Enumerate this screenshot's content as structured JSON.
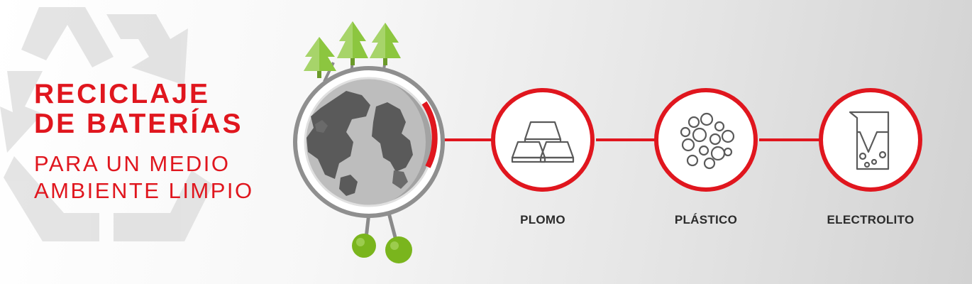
{
  "headline": {
    "line1": "RECICLAJE",
    "line2": "DE BATERÍAS"
  },
  "subline": {
    "line1": "PARA UN MEDIO",
    "line2": "AMBIENTE LIMPIO"
  },
  "materials": [
    {
      "label": "PLOMO",
      "icon": "lead-ingots-icon"
    },
    {
      "label": "PLÁSTICO",
      "icon": "plastic-pellets-icon"
    },
    {
      "label": "ELECTROLITO",
      "icon": "electrolyte-beaker-icon"
    }
  ],
  "colors": {
    "accent_red": "#e0161e",
    "tree_green": "#8cc63f",
    "foot_green": "#7ab51d",
    "globe_dark": "#555555",
    "icon_gray": "#5a5a5a"
  }
}
